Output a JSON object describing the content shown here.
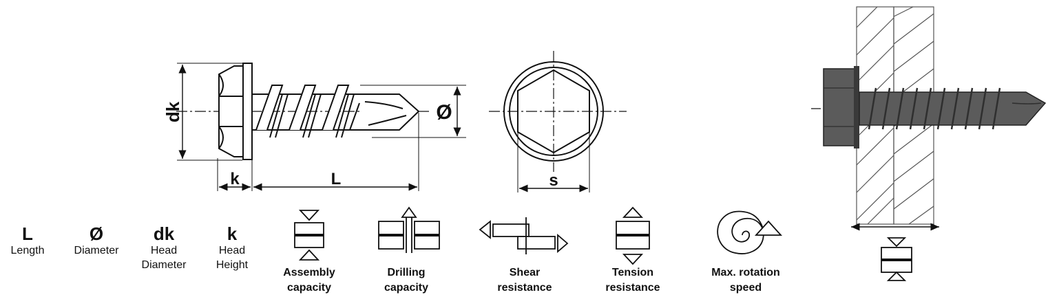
{
  "dimension_labels": {
    "dk": "dk",
    "k": "k",
    "L": "L",
    "diameter": "Ø",
    "s": "s"
  },
  "legend": [
    {
      "symbol": "L",
      "caption": [
        "Length"
      ]
    },
    {
      "symbol": "Ø",
      "caption": [
        "Diameter"
      ]
    },
    {
      "symbol": "dk",
      "caption": [
        "Head",
        "Diameter"
      ]
    },
    {
      "symbol": "k",
      "caption": [
        "Head",
        "Height"
      ]
    }
  ],
  "properties": [
    {
      "icon": "assembly-capacity-icon",
      "caption": [
        "Assembly",
        "capacity"
      ]
    },
    {
      "icon": "drilling-capacity-icon",
      "caption": [
        "Drilling",
        "capacity"
      ]
    },
    {
      "icon": "shear-resistance-icon",
      "caption": [
        "Shear",
        "resistance"
      ]
    },
    {
      "icon": "tension-resistance-icon",
      "caption": [
        "Tension",
        "resistance"
      ]
    },
    {
      "icon": "max-rotation-speed-icon",
      "caption": [
        "Max. rotation",
        "speed"
      ]
    }
  ],
  "colors": {
    "line": "#111111",
    "screw_fill": "#5b5b5b",
    "screw_dark": "#2f2f2f",
    "wood_line": "#555555"
  }
}
